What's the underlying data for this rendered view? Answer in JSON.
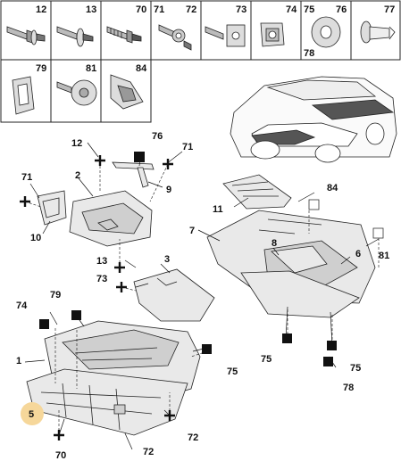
{
  "colors": {
    "line": "#222222",
    "callout_highlight": "#f6d79a",
    "marker_filled": "#111111",
    "marker_open": "#ffffff"
  },
  "icon_grid": {
    "row1": [
      "12",
      "13",
      "70",
      "71",
      "72",
      "73",
      "74",
      "75",
      "76",
      "77"
    ],
    "row1_extra": "78",
    "row2": [
      "79",
      "81",
      "84"
    ]
  },
  "callouts": {
    "c12": "12",
    "c76": "76",
    "c71a": "71",
    "c2": "2",
    "c9": "9",
    "c71b": "71",
    "c10": "10",
    "c11": "11",
    "c84": "84",
    "c7": "7",
    "c8": "8",
    "c6": "6",
    "c81": "81",
    "c13": "13",
    "c3": "3",
    "c73": "73",
    "c74": "74",
    "c79": "79",
    "c1": "1",
    "c5": "5",
    "c75a": "75",
    "c75b": "75",
    "c75c": "75",
    "c78": "78",
    "c72": "72",
    "c70": "70",
    "c72b": "72"
  }
}
